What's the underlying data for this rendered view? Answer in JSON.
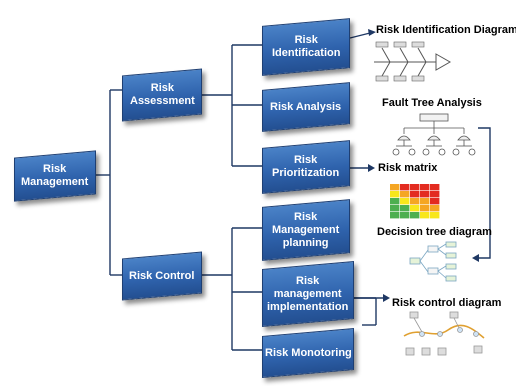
{
  "nodes": {
    "risk_management": "Risk\nManagement",
    "risk_assessment": "Risk\nAssessment",
    "risk_control": "Risk Control",
    "risk_identification": "Risk\nIdentification",
    "risk_analysis": "Risk Analysis",
    "risk_prioritization": "Risk\nPrioritization",
    "risk_management_planning": "Risk\nManagement\nplanning",
    "risk_management_implementation": "Risk\nmanagement\nimplementation",
    "risk_monitoring": "Risk Monotoring"
  },
  "labels": {
    "identification_diagram": "Risk Identification Diagram",
    "fault_tree": "Fault Tree Analysis",
    "risk_matrix": "Risk matrix",
    "decision_tree": "Decision tree diagram",
    "control_diagram": "Risk control diagram"
  },
  "colors": {
    "box": "#2f63ad",
    "connector": "#1f3864",
    "matrix_red": "#e32b20",
    "matrix_orange": "#f5a623",
    "matrix_yellow": "#f8e71c",
    "matrix_green": "#4caf50"
  }
}
